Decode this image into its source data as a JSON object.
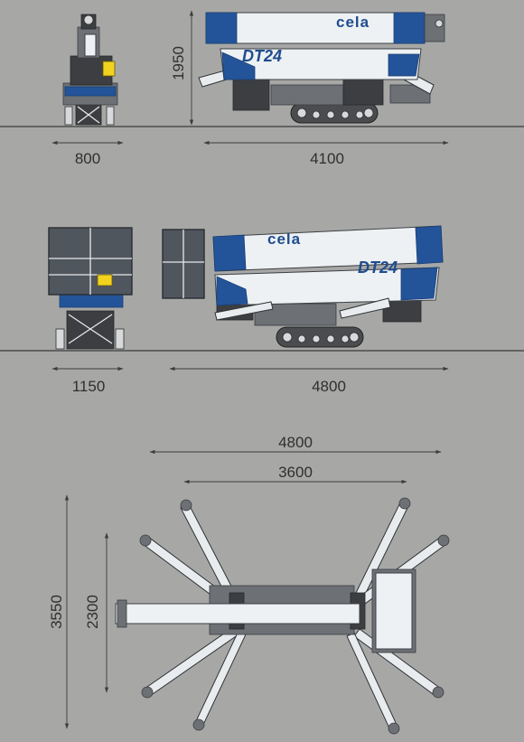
{
  "brand": {
    "logo_text": "cela",
    "model_text": "DT24"
  },
  "colors": {
    "background": "#a7a8a6",
    "machine_blue": "#23549a",
    "machine_white": "#eef1f3",
    "accent_yellow": "#f2d21e"
  },
  "views": {
    "stowed": {
      "width_label": "800",
      "length_label": "4100",
      "height_label": "1950"
    },
    "extended": {
      "width_label": "1150",
      "length_label": "4800"
    },
    "top": {
      "total_length_label": "4800",
      "base_length_label": "3600",
      "outrigger_span_label": "3550",
      "outrigger_inner_label": "2300"
    }
  }
}
